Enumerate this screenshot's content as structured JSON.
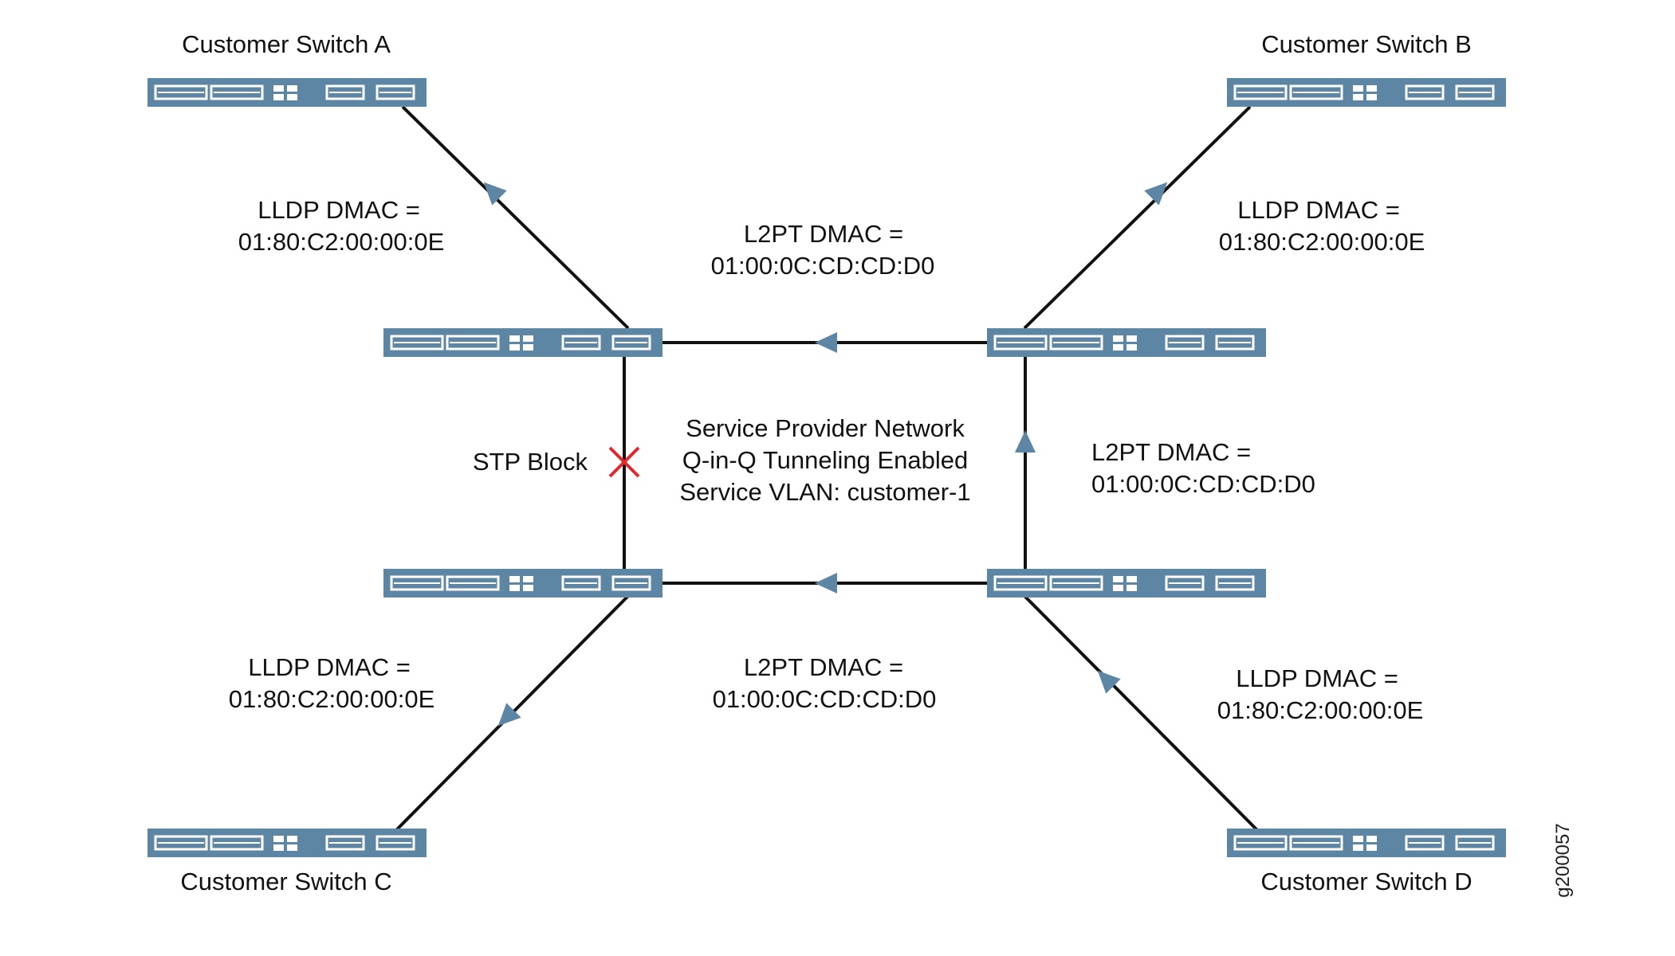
{
  "colors": {
    "switch_fill": "#5c86a3",
    "switch_detail": "#ffffff",
    "link": "#111111",
    "arrow": "#5c86a3",
    "block_mark": "#e3262a",
    "text": "#111111"
  },
  "switches": {
    "customer_a": {
      "label": "Customer Switch A",
      "icon": "network-switch-icon"
    },
    "customer_b": {
      "label": "Customer Switch B",
      "icon": "network-switch-icon"
    },
    "customer_c": {
      "label": "Customer Switch C",
      "icon": "network-switch-icon"
    },
    "customer_d": {
      "label": "Customer Switch D",
      "icon": "network-switch-icon"
    },
    "provider_top_left": {
      "icon": "network-switch-icon"
    },
    "provider_top_right": {
      "icon": "network-switch-icon"
    },
    "provider_bottom_left": {
      "icon": "network-switch-icon"
    },
    "provider_bottom_right": {
      "icon": "network-switch-icon"
    }
  },
  "labels": {
    "lldp_a": {
      "line1": "LLDP DMAC =",
      "line2": "01:80:C2:00:00:0E"
    },
    "lldp_b": {
      "line1": "LLDP DMAC =",
      "line2": "01:80:C2:00:00:0E"
    },
    "lldp_c": {
      "line1": "LLDP DMAC =",
      "line2": "01:80:C2:00:00:0E"
    },
    "lldp_d": {
      "line1": "LLDP DMAC =",
      "line2": "01:80:C2:00:00:0E"
    },
    "l2pt_top": {
      "line1": "L2PT DMAC =",
      "line2": "01:00:0C:CD:CD:D0"
    },
    "l2pt_right": {
      "line1": "L2PT DMAC =",
      "line2": "01:00:0C:CD:CD:D0"
    },
    "l2pt_bottom": {
      "line1": "L2PT DMAC =",
      "line2": "01:00:0C:CD:CD:D0"
    },
    "stp_block": "STP Block",
    "network": {
      "line1": "Service Provider Network",
      "line2": "Q-in-Q Tunneling Enabled",
      "line3": "Service VLAN: customer-1"
    },
    "figure_id": "g200057"
  }
}
